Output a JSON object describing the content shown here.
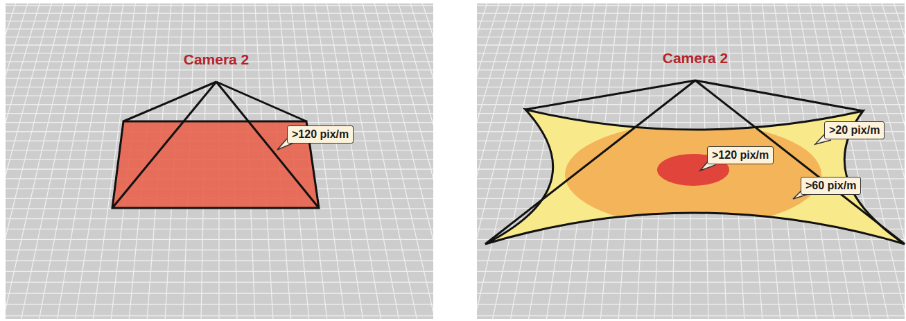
{
  "diagram": {
    "nodes": [
      {
        "text": [
          ">120 pix/m"
        ]
      },
      {
        "text": [
          ">20 pix/m"
        ]
      },
      {
        "text": [
          ">120 pix/m"
        ]
      },
      {
        "text": [
          ">60 pix/m"
        ]
      }
    ],
    "labels": [
      "Camera 2",
      "Camera 2"
    ]
  }
}
